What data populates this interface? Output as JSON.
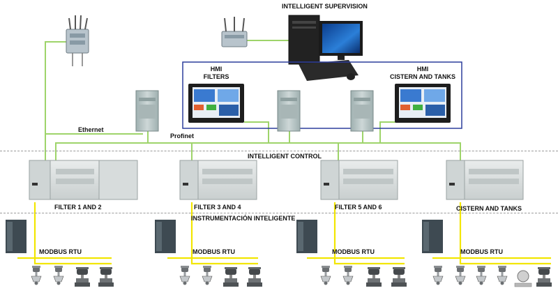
{
  "labels": {
    "supervision": "INTELLIGENT SUPERVISION",
    "control": "INTELLIGENT CONTROL",
    "instrumentation": "INSTRUMENTACIÓN INTELIGENTE",
    "ethernet": "Ethernet",
    "profinet": "Profinet",
    "hmi_filters_line1": "HMI",
    "hmi_filters_line2": "FILTERS",
    "hmi_tanks_line1": "HMI",
    "hmi_tanks_line2": "CISTERN AND TANKS",
    "plc1": "FILTER 1 AND 2",
    "plc2": "FILTER 3 AND 4",
    "plc3": "FILTER 5 AND 6",
    "plc4": "CISTERN AND TANKS",
    "modbus1": "MODBUS RTU",
    "modbus2": "MODBUS RTU",
    "modbus3": "MODBUS RTU",
    "modbus4": "MODBUS RTU"
  },
  "colors": {
    "ethernet_line": "#9ed46a",
    "modbus_line": "#f2e600",
    "hmi_frame": "#2c3d9c",
    "plc_body": "#d8dcdc",
    "module_body": "#b5c0c0",
    "drive_body": "#3e4a52"
  },
  "icons": [
    "wireless-router-icon",
    "computer-workstation-icon",
    "hmi-panel-icon",
    "switch-module-icon",
    "plc-icon",
    "power-supply-icon",
    "valve-actuator-icon",
    "pressure-gauge-icon"
  ]
}
